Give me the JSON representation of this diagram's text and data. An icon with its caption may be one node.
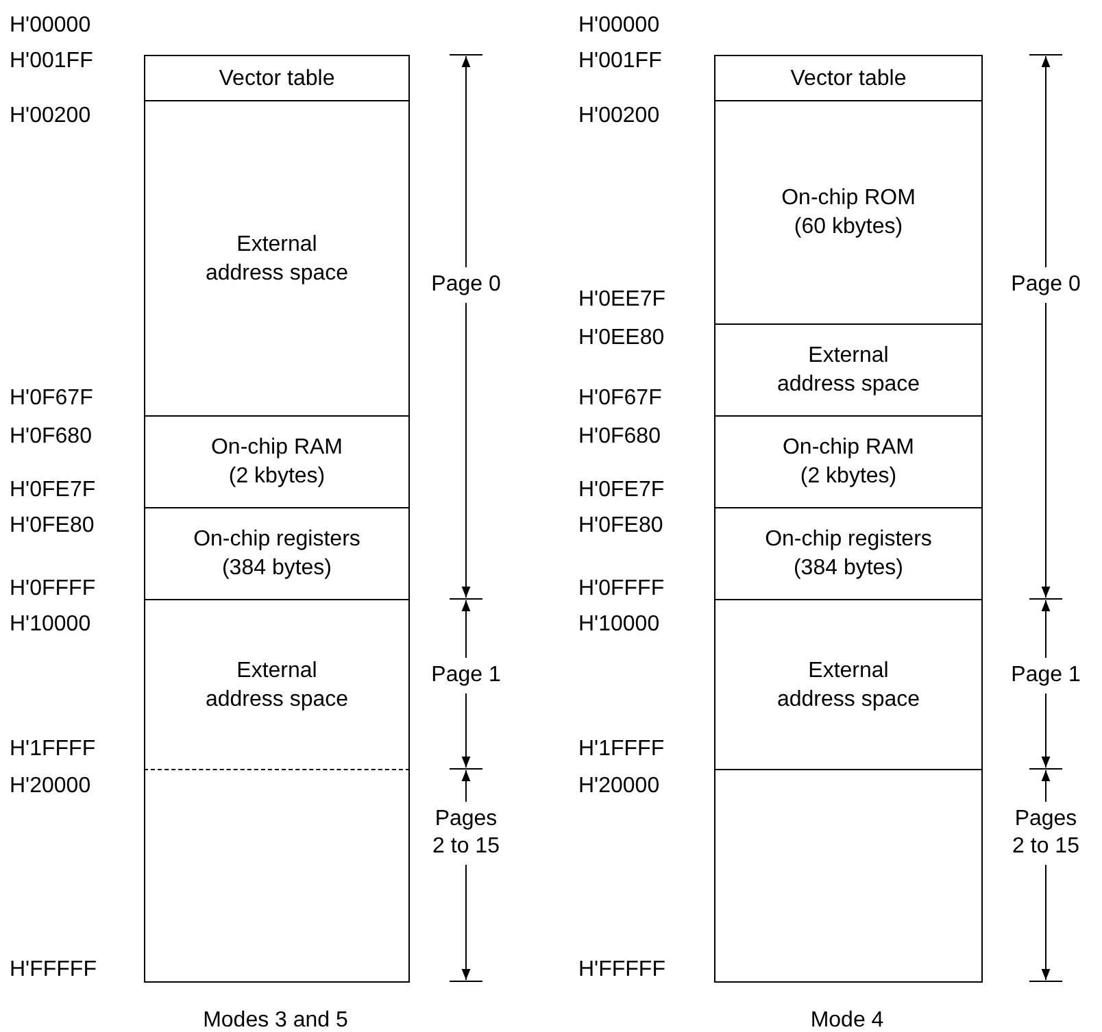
{
  "diagram": {
    "nodes": [
      {
        "text": [
          "Vector table"
        ]
      },
      {
        "text": [
          "External address space"
        ]
      },
      {
        "text": [
          "On-chip RAM (2 kbytes)"
        ]
      },
      {
        "text": [
          "On-chip registers (384 bytes)"
        ]
      },
      {
        "text": [
          "External address space"
        ]
      },
      {
        "text": [],
        "shape": "box"
      },
      {
        "text": [
          "Vector table"
        ]
      },
      {
        "text": [
          "On-chip ROM (60 kbytes)"
        ]
      },
      {
        "text": [
          "External address space"
        ]
      },
      {
        "text": [
          "On-chip RAM (2 kbytes)"
        ]
      },
      {
        "text": [
          "On-chip registers (384 bytes)"
        ]
      },
      {
        "text": [
          "External address space"
        ]
      },
      {
        "text": [],
        "shape": "box"
      }
    ],
    "edges": [],
    "labels": [
      "H'00000",
      "H'001FF",
      "H'00200",
      "H'0F67F",
      "H'0F680",
      "H'0FE7F",
      "H'0FE80",
      "H'0FFFF",
      "H'10000",
      "H'1FFFF",
      "H'20000",
      "H'FFFFF",
      "Page 0",
      "Page 1",
      "Pages 2 to 15",
      "Modes 3 and 5",
      "H'00000",
      "H'001FF",
      "H'00200",
      "H'0EE7F",
      "H'0EE80",
      "H'0F67F",
      "H'0F680",
      "H'0FE7F",
      "H'0FE80",
      "H'0FFFF",
      "H'10000",
      "H'1FFFF",
      "H'20000",
      "H'FFFFF",
      "Page 0",
      "Page 1",
      "Pages 2 to 15",
      "Mode 4"
    ]
  }
}
